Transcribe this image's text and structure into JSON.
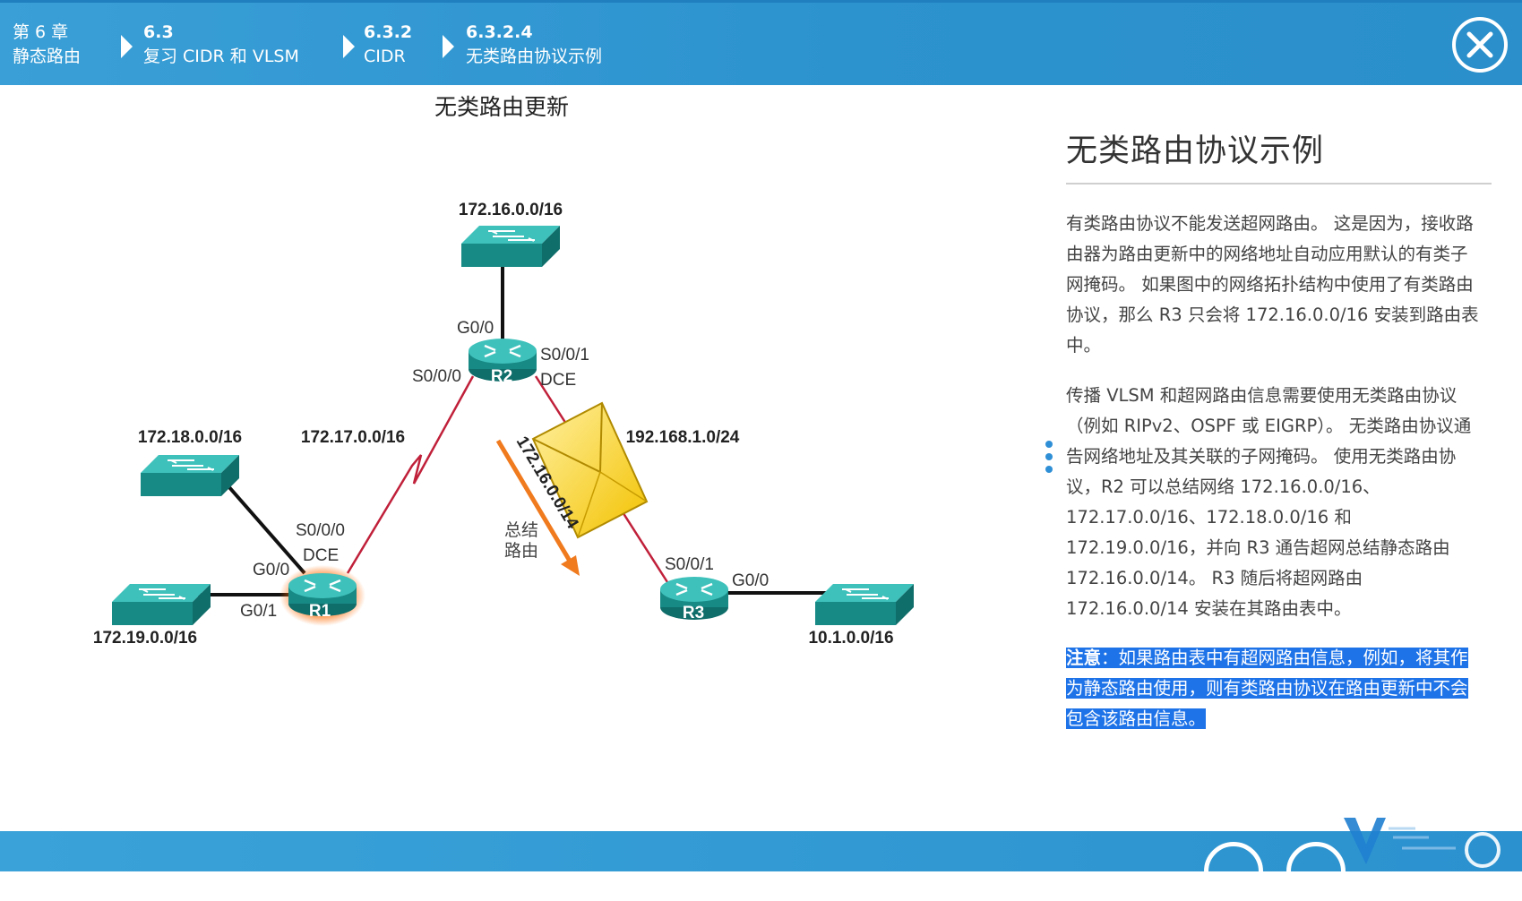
{
  "breadcrumb": [
    {
      "num": "第 6 章",
      "label": "静态路由"
    },
    {
      "num": "6.3",
      "label": "复习 CIDR 和 VLSM"
    },
    {
      "num": "6.3.2",
      "label": "CIDR"
    },
    {
      "num": "6.3.2.4",
      "label": "无类路由协议示例"
    }
  ],
  "diagram": {
    "title": "无类路由更新",
    "networks": {
      "top": "172.16.0.0/16",
      "left_upper": "172.18.0.0/16",
      "left_lower": "172.19.0.0/16",
      "right": "10.1.0.0/16",
      "r1_r2": "172.17.0.0/16",
      "r2_r3": "192.168.1.0/24"
    },
    "routers": {
      "r1": "R1",
      "r2": "R2",
      "r3": "R3"
    },
    "interfaces": {
      "r2_g00": "G0/0",
      "r2_s000": "S0/0/0",
      "r2_s001": "S0/0/1",
      "r2_dce": "DCE",
      "r1_s000": "S0/0/0",
      "r1_dce": "DCE",
      "r1_g00": "G0/0",
      "r1_g01": "G0/1",
      "r3_s001": "S0/0/1",
      "r3_g00": "G0/0"
    },
    "summary_route": "172.16.0.0/14",
    "summary_label": [
      "总结",
      "路由"
    ]
  },
  "panel": {
    "title": "无类路由协议示例",
    "paragraphs": [
      [
        "有类路由协议不能发送超网路由。 这是因为，接收路",
        "由器为路由更新中的网络地址自动应用默认的有类子",
        "网掩码。 如果图中的网络拓扑结构中使用了有类路由",
        "协议，那么 R3 只会将 172.16.0.0/16 安装到路由表",
        "中。"
      ],
      [
        "传播 VLSM 和超网路由信息需要使用无类路由协议",
        "（例如 RIPv2、OSPF 或 EIGRP）。 无类路由协议通",
        "告网络地址及其关联的子网掩码。 使用无类路由协",
        "议，R2 可以总结网络 172.16.0.0/16、",
        "172.17.0.0/16、172.18.0.0/16 和",
        "172.19.0.0/16，并向 R3 通告超网总结静态路由",
        "172.16.0.0/14。 R3 随后将超网路由",
        "172.16.0.0/14 安装在其路由表中。"
      ]
    ],
    "note_label": "注意",
    "note_lines": [
      "：如果路由表中有超网路由信息，例如，将其作",
      "为静态路由使用，则有类路由协议在路由更新中不会",
      "包含该路由信息。"
    ]
  },
  "colors": {
    "accent": "#2d93cf",
    "highlight": "#1e73e8",
    "device": "#1b8f8c",
    "serial_link": "#c0203a",
    "summary_arrow": "#f07a1e"
  }
}
